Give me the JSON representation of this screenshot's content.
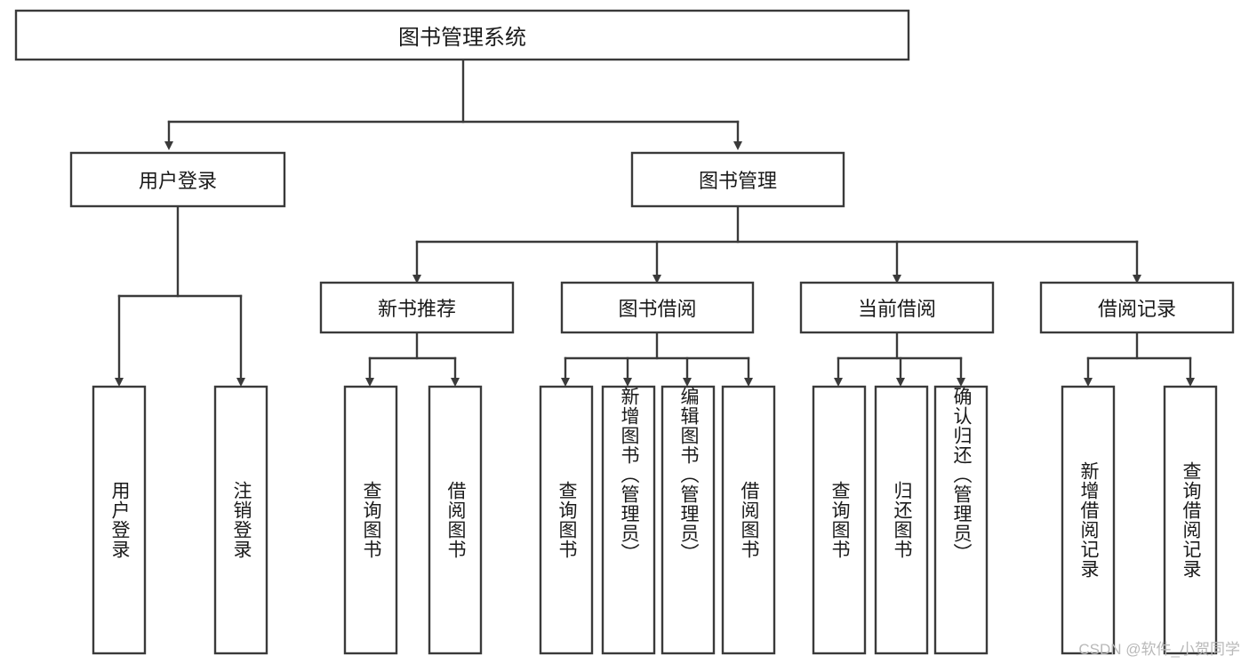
{
  "diagram": {
    "type": "tree",
    "title": "图书管理系统",
    "orientation": "top-down",
    "colors": {
      "box_stroke": "#3a3a3a",
      "box_fill": "#ffffff",
      "text": "#1a1a1a",
      "background": "#ffffff",
      "watermark": "#b9b9b9"
    },
    "root": {
      "label": "图书管理系统"
    },
    "level2": [
      {
        "label": "用户登录"
      },
      {
        "label": "图书管理"
      }
    ],
    "level3": [
      {
        "label": "新书推荐"
      },
      {
        "label": "图书借阅"
      },
      {
        "label": "当前借阅"
      },
      {
        "label": "借阅记录"
      }
    ],
    "leaves": {
      "user_login": [
        {
          "label": "用户登录"
        },
        {
          "label": "注销登录"
        }
      ],
      "new_book_recommend": [
        {
          "label": "查询图书"
        },
        {
          "label": "借阅图书"
        }
      ],
      "book_borrow": [
        {
          "label": "查询图书"
        },
        {
          "label": "新增图书（管理员）"
        },
        {
          "label": "编辑图书（管理员）"
        },
        {
          "label": "借阅图书"
        }
      ],
      "current_borrow": [
        {
          "label": "查询图书"
        },
        {
          "label": "归还图书"
        },
        {
          "label": "确认归还（管理员）"
        }
      ],
      "borrow_record": [
        {
          "label": "新增借阅记录"
        },
        {
          "label": "查询借阅记录"
        }
      ]
    }
  },
  "watermark": {
    "text": "CSDN @软件_小贺同学"
  }
}
